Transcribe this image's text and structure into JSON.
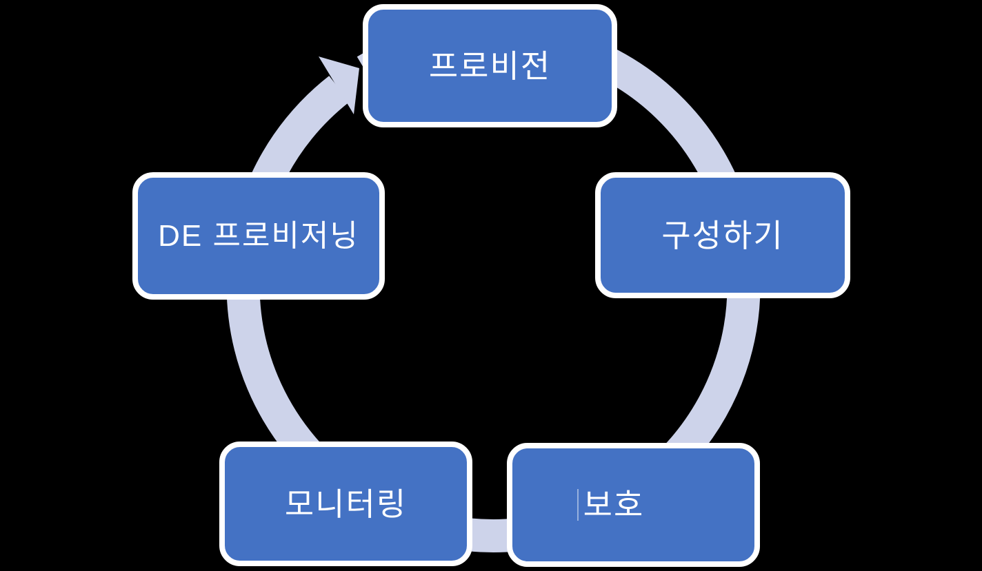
{
  "diagram": {
    "type": "cycle",
    "direction": "clockwise",
    "nodes": [
      {
        "id": "provision",
        "label": "프로비전",
        "position": "top"
      },
      {
        "id": "configure",
        "label": "구성하기",
        "position": "right"
      },
      {
        "id": "protect",
        "label": "보호",
        "position": "bottom-right",
        "caret_visible": true
      },
      {
        "id": "monitoring",
        "label": "모니터링",
        "position": "bottom-left"
      },
      {
        "id": "deprovisioning",
        "label": "DE 프로비저닝",
        "position": "left"
      }
    ],
    "colors": {
      "background": "#000000",
      "node_fill": "#4472C4",
      "node_border": "#FFFFFF",
      "node_text": "#FFFFFF",
      "arrow_band": "#CDD3EA"
    }
  }
}
